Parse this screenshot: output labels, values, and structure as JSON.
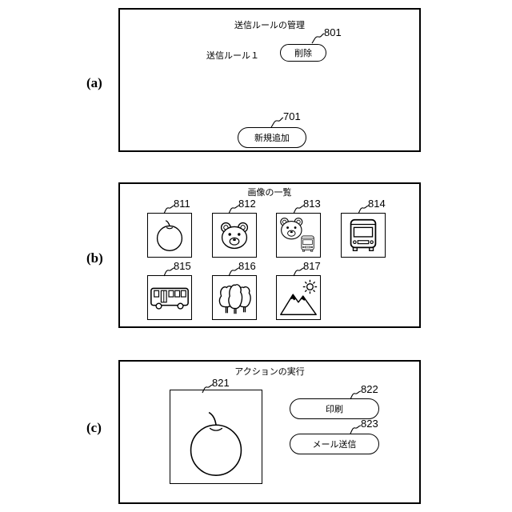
{
  "figure_labels": {
    "a": "(a)",
    "b": "(b)",
    "c": "(c)"
  },
  "panel_a": {
    "title": "送信ルールの管理",
    "rule_label": "送信ルール１",
    "delete_button": "削除",
    "delete_ref": "801",
    "add_button": "新規追加",
    "add_ref": "701"
  },
  "panel_b": {
    "title": "画像の一覧",
    "images": [
      {
        "ref": "811",
        "icon": "apple-icon"
      },
      {
        "ref": "812",
        "icon": "bear-icon"
      },
      {
        "ref": "813",
        "icon": "bear-and-bus-icon"
      },
      {
        "ref": "814",
        "icon": "bus-front-icon"
      },
      {
        "ref": "815",
        "icon": "bus-side-icon"
      },
      {
        "ref": "816",
        "icon": "trees-icon"
      },
      {
        "ref": "817",
        "icon": "mountains-sun-icon"
      }
    ]
  },
  "panel_c": {
    "title": "アクションの実行",
    "preview_ref": "821",
    "preview_icon": "apple-icon",
    "print_button": "印刷",
    "print_ref": "822",
    "mail_button": "メール送信",
    "mail_ref": "823"
  }
}
